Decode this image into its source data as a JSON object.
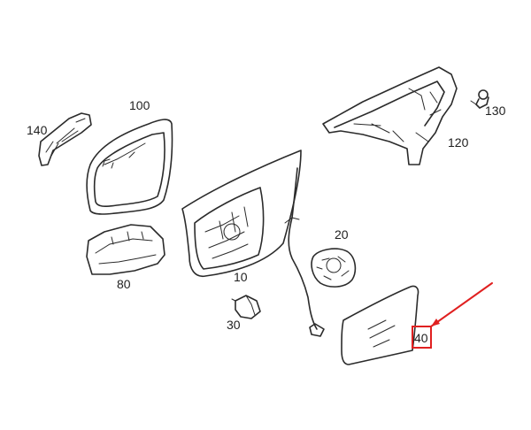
{
  "diagram": {
    "labels": {
      "p140": "140",
      "p100": "100",
      "p130": "130",
      "p120": "120",
      "p20": "20",
      "p80": "80",
      "p10": "10",
      "p30": "30",
      "p40": "40"
    },
    "highlight": {
      "target_label": "40",
      "color": "#e02020"
    },
    "line_color": "#2b2b2b"
  }
}
